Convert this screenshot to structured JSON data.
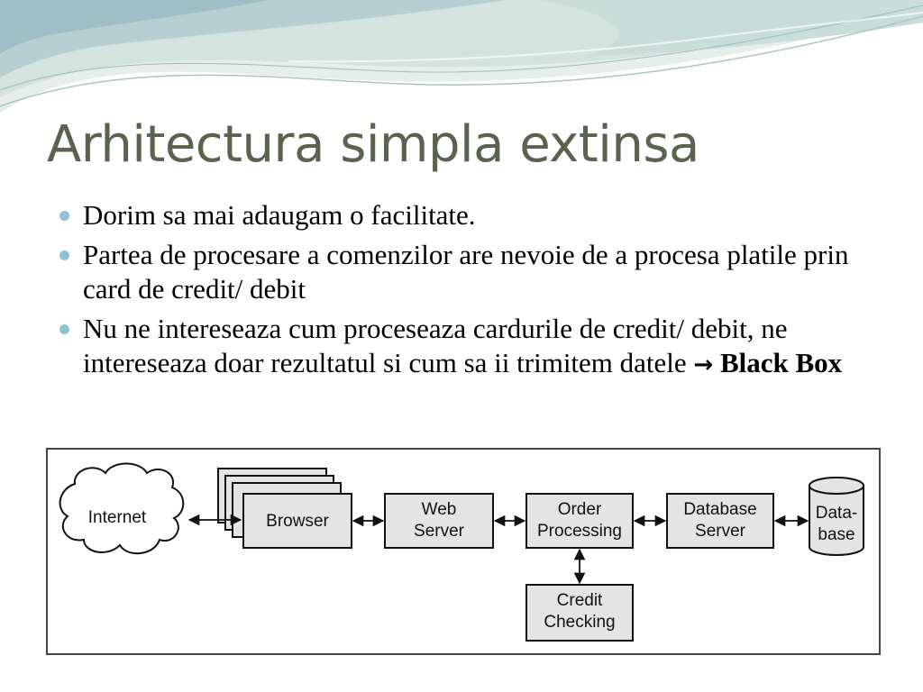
{
  "slide": {
    "title": "Arhitectura simpla extinsa",
    "bullets": [
      {
        "text": "Dorim sa mai adaugam o facilitate."
      },
      {
        "text": "Partea de procesare a comenzilor are nevoie de a procesa platile prin card de credit/ debit"
      },
      {
        "text": "Nu ne intereseaza cum proceseaza cardurile de credit/ debit, ne intereseaza doar rezultatul si cum sa ii trimitem datele ",
        "arrow": "→",
        "bold": "Black Box"
      }
    ]
  },
  "diagram": {
    "nodes": {
      "internet": {
        "line1": "Internet"
      },
      "browser": {
        "line1": "Browser"
      },
      "web_server": {
        "line1": "Web",
        "line2": "Server"
      },
      "order_processing": {
        "line1": "Order",
        "line2": "Processing"
      },
      "database_server": {
        "line1": "Database",
        "line2": "Server"
      },
      "database": {
        "line1": "Data-",
        "line2": "base"
      },
      "credit_checking": {
        "line1": "Credit",
        "line2": "Checking"
      }
    }
  },
  "colors": {
    "title": "#5a634d",
    "bullet": "#8dc3d3",
    "box_fill": "#e4e4e4",
    "box_stroke": "#111111"
  }
}
